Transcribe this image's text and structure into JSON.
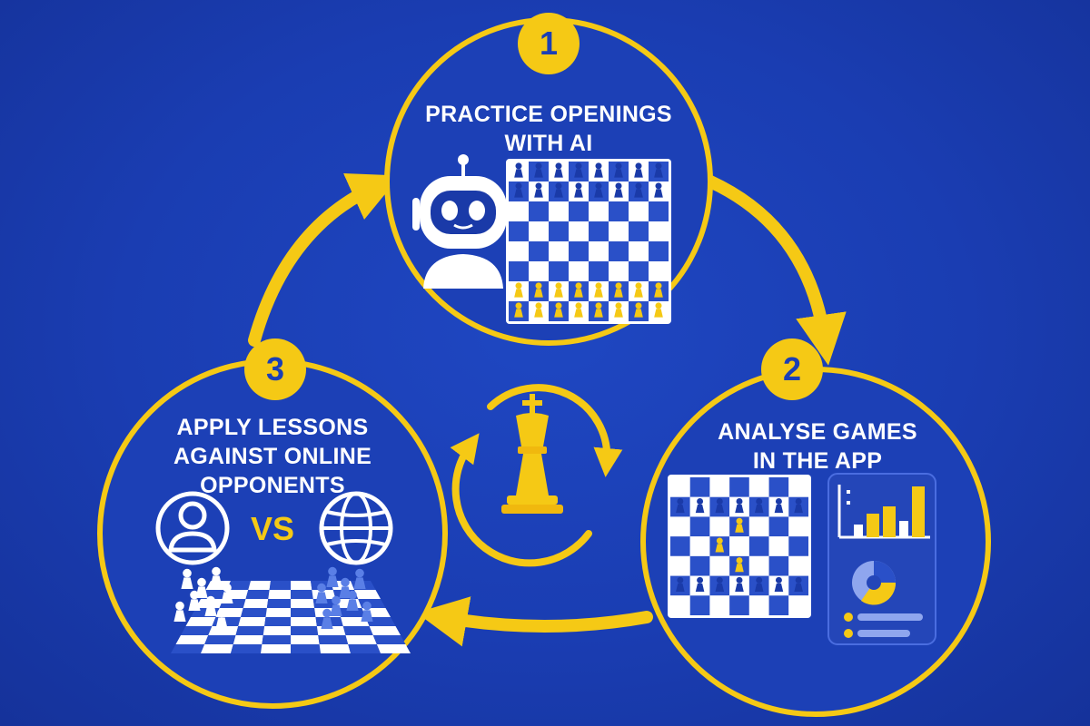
{
  "colors": {
    "background": "#1a3db2",
    "accent": "#f5c915",
    "light": "#ffffff",
    "board_dark": "#2a50c8",
    "board_light": "#ffffff"
  },
  "steps": [
    {
      "number": "1",
      "line1": "PRACTICE OPENINGS",
      "line2": "WITH AI",
      "line3": "",
      "icon": "robot-icon"
    },
    {
      "number": "2",
      "line1": "ANALYSE GAMES",
      "line2": "IN THE APP",
      "line3": "",
      "icon": "analytics-chart-icon"
    },
    {
      "number": "3",
      "line1": "APPLY LESSONS",
      "line2": "AGAINST ONLINE",
      "line3": "OPPONENTS",
      "icon": "globe-icon"
    }
  ],
  "versus_label": "VS",
  "center_icon": "chess-king-icon"
}
